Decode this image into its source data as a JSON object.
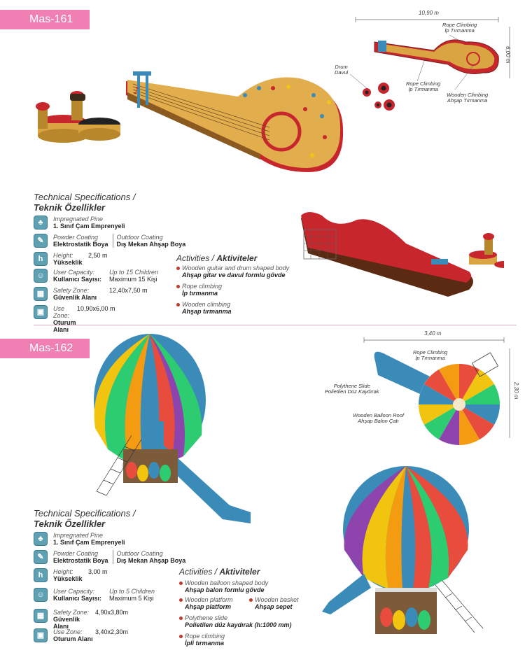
{
  "products": [
    {
      "code": "Mas-161",
      "dims": {
        "width": "10,90 m",
        "height": "6,00 m"
      },
      "callouts": [
        {
          "en": "Rope Climbing",
          "tr": "İp Tırmanma"
        },
        {
          "en": "Drum",
          "tr": "Davul"
        },
        {
          "en": "Rope Climbing",
          "tr": "İp Tırmanma"
        },
        {
          "en": "Wooden Climbing",
          "tr": "Ahşap Tırmanma"
        }
      ],
      "spec_title_en": "Technical Specifications /",
      "spec_title_tr": "Teknik Özellikler",
      "material": {
        "en": "Impregnated Pine",
        "tr": "1. Sınıf Çam Emprenyeli"
      },
      "coating": {
        "powder_en": "Powder Coating",
        "powder_tr": "Elektrostatik Boya",
        "outdoor_en": "Outdoor Coating",
        "outdoor_tr": "Dış Mekan Ahşap Boya"
      },
      "height": {
        "en": "Height:",
        "tr": "Yükseklik",
        "value": "2,50 m"
      },
      "capacity": {
        "en": "User Capacity:",
        "tr": "Kullanıcı Sayısı:",
        "value_en": "Up to 15 Children",
        "value_tr": "Maximum 15 Kişi"
      },
      "safety": {
        "en": "Safety Zone:",
        "tr": "Güvenlik Alanı",
        "value": "12,40x7,50 m"
      },
      "use_zone": {
        "en": "Use Zone:",
        "tr": "Oturum Alanı",
        "value": "10,90x6,00 m"
      },
      "activities_title_en": "Activities /",
      "activities_title_tr": "Aktiviteler",
      "activities": [
        {
          "en": "Wooden guitar and drum shaped body",
          "tr": "Ahşap gitar ve davul formlu gövde"
        },
        {
          "en": "Rope climbing",
          "tr": "İp tırmanma"
        },
        {
          "en": "Wooden climbing",
          "tr": "Ahşap tırmanma"
        }
      ]
    },
    {
      "code": "Mas-162",
      "dims": {
        "width": "3,40 m",
        "height": "2,30 m"
      },
      "callouts": [
        {
          "en": "Rope Climbing",
          "tr": "İp Tırmanma"
        },
        {
          "en": "Polythene Slide",
          "tr": "Polietilen Düz Kaydırak"
        },
        {
          "en": "Wooden Balloon Roof",
          "tr": "Ahşap Balon Çatı"
        }
      ],
      "spec_title_en": "Technical Specifications /",
      "spec_title_tr": "Teknik Özellikler",
      "material": {
        "en": "Impregnated Pine",
        "tr": "1. Sınıf Çam Emprenyeli"
      },
      "coating": {
        "powder_en": "Powder Coating",
        "powder_tr": "Elektrostatik Boya",
        "outdoor_en": "Outdoor Coating",
        "outdoor_tr": "Dış Mekan Ahşap Boya"
      },
      "height": {
        "en": "Height:",
        "tr": "Yükseklik",
        "value": "3,00 m"
      },
      "capacity": {
        "en": "User Capacity:",
        "tr": "Kullanıcı Sayısı:",
        "value_en": "Up to 5 Children",
        "value_tr": "Maximum 5 Kişi"
      },
      "safety": {
        "en": "Safety Zone:",
        "tr": "Güvenlik Alanı",
        "value": "4,90x3,80m"
      },
      "use_zone": {
        "en": "Use Zone:",
        "tr": "Oturum Alanı",
        "value": "3,40x2,30m"
      },
      "activities_title_en": "Activities /",
      "activities_title_tr": "Aktiviteler",
      "activities": [
        {
          "en": "Wooden balloon shaped body",
          "tr": "Ahşap balon formlu gövde"
        },
        {
          "en": "Wooden platform",
          "tr": "Ahşap platform"
        },
        {
          "en": "Wooden basket",
          "tr": "Ahşap sepet"
        },
        {
          "en": "Polythene slide",
          "tr": "Polietilen düz kaydırak (h:1000 mm)"
        },
        {
          "en": "Rope climbing",
          "tr": "İpli tırmanma"
        }
      ]
    }
  ],
  "icons": {
    "material": "pine-tree-icon",
    "coating": "paint-brush-icon",
    "height": "height-icon",
    "capacity": "children-icon",
    "safety": "safety-zone-icon",
    "use_zone": "use-zone-icon"
  },
  "colors": {
    "tag": "#f07fb4",
    "bullet": "#c0392b",
    "icon": "#5fa0b3"
  }
}
